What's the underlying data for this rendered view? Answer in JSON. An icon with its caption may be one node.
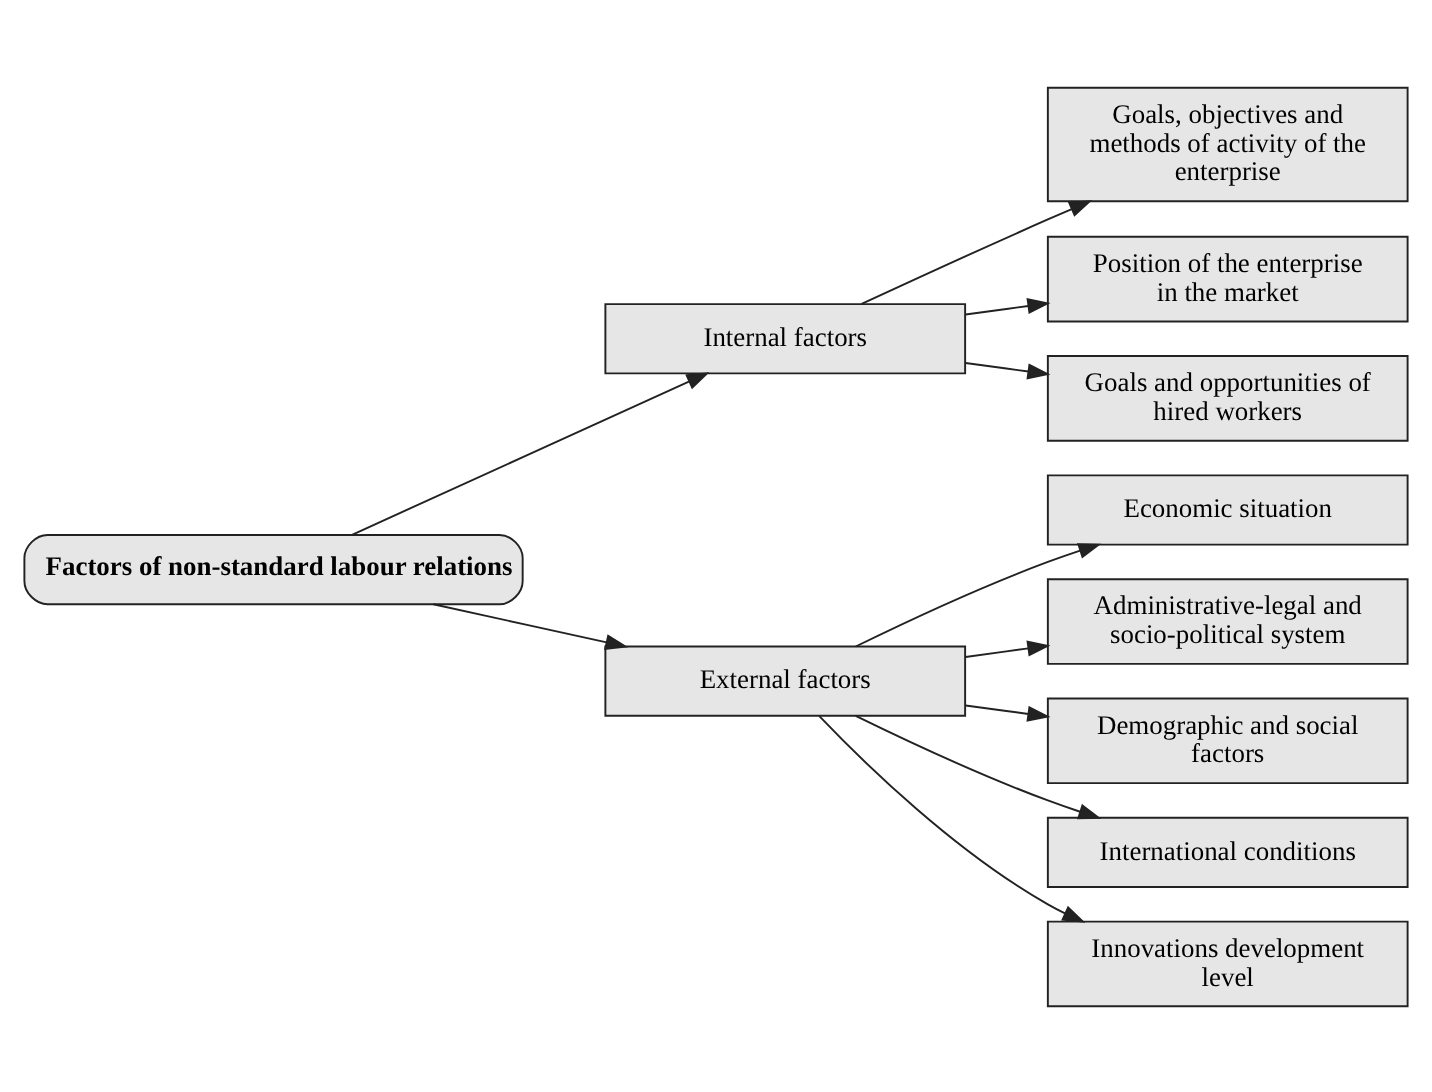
{
  "diagram": {
    "nodes": [
      {
        "text": [
          "Factors of non-standard labour relations"
        ]
      },
      {
        "text": [
          "Internal factors"
        ]
      },
      {
        "text": [
          "External factors"
        ]
      },
      {
        "text": [
          "Goals, objectives and methods of activity of the enterprise"
        ]
      },
      {
        "text": [
          "Position of the enterprise in the market"
        ]
      },
      {
        "text": [
          "Goals and opportunities of hired workers"
        ]
      },
      {
        "text": [
          "Economic situation"
        ]
      },
      {
        "text": [
          "Administrative-legal and socio-political system"
        ]
      },
      {
        "text": [
          "Demographic and social factors"
        ]
      },
      {
        "text": [
          "International conditions"
        ]
      },
      {
        "text": [
          "Innovations development level"
        ]
      }
    ],
    "edges": [
      {
        "from": 0,
        "to": 1,
        "arrow": "to"
      },
      {
        "from": 0,
        "to": 2,
        "arrow": "to"
      },
      {
        "from": 1,
        "to": 3,
        "arrow": "to"
      },
      {
        "from": 1,
        "to": 4,
        "arrow": "to"
      },
      {
        "from": 1,
        "to": 5,
        "arrow": "to"
      },
      {
        "from": 2,
        "to": 6,
        "arrow": "to"
      },
      {
        "from": 2,
        "to": 7,
        "arrow": "to"
      },
      {
        "from": 2,
        "to": 8,
        "arrow": "to"
      },
      {
        "from": 2,
        "to": 9,
        "arrow": "to"
      },
      {
        "from": 2,
        "to": 10,
        "arrow": "to"
      }
    ]
  }
}
